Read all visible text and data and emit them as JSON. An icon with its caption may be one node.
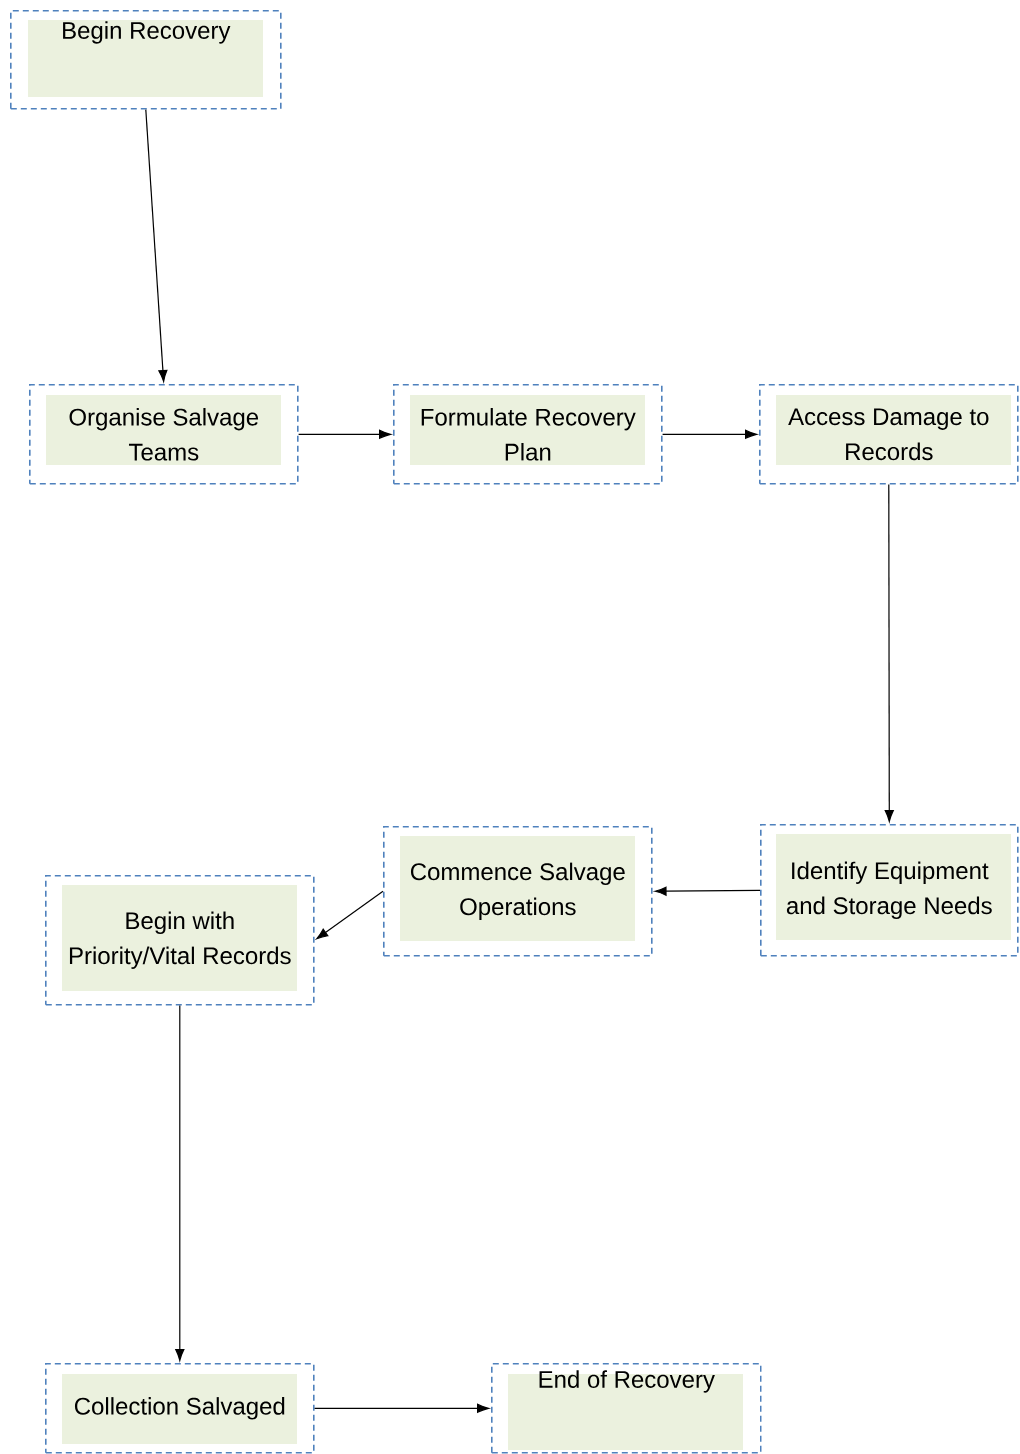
{
  "diagram": {
    "nodes": [
      {
        "text": [
          "Begin Recovery"
        ]
      },
      {
        "text": [
          "Organise Salvage Teams"
        ]
      },
      {
        "text": [
          "Formulate Recovery Plan"
        ]
      },
      {
        "text": [
          "Access Damage to Records"
        ]
      },
      {
        "text": [
          "Identify Equipment and Storage Needs"
        ]
      },
      {
        "text": [
          "Commence Salvage Operations"
        ]
      },
      {
        "text": [
          "Begin with Priority/Vital Records"
        ]
      },
      {
        "text": [
          "Collection Salvaged"
        ]
      },
      {
        "text": [
          "End of Recovery"
        ]
      }
    ],
    "edges": [
      {
        "from": 0,
        "to": 1,
        "arrow": "to"
      },
      {
        "from": 1,
        "to": 2,
        "arrow": "to"
      },
      {
        "from": 2,
        "to": 3,
        "arrow": "to"
      },
      {
        "from": 3,
        "to": 4,
        "arrow": "to"
      },
      {
        "from": 4,
        "to": 5,
        "arrow": "to"
      },
      {
        "from": 5,
        "to": 6,
        "arrow": "to"
      },
      {
        "from": 6,
        "to": 7,
        "arrow": "to"
      },
      {
        "from": 7,
        "to": 8,
        "arrow": "to"
      }
    ]
  }
}
